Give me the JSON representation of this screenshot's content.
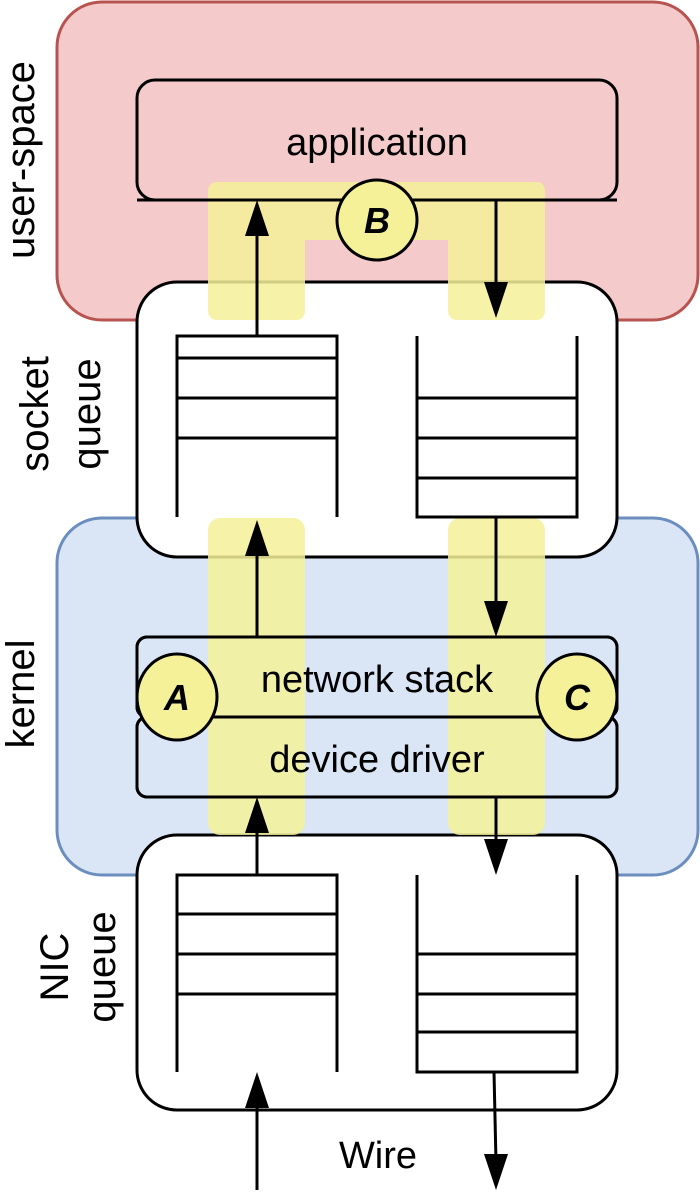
{
  "diagram": {
    "regions": {
      "user_space": {
        "label": "user-space",
        "fill": "#f4cacb",
        "stroke": "#b85450"
      },
      "socket_queue": {
        "label_line1": "socket",
        "label_line2": "queue"
      },
      "kernel": {
        "label": "kernel",
        "fill": "#dae6f5",
        "stroke": "#6c8ebf"
      },
      "nic_queue": {
        "label_line1": "NIC",
        "label_line2": "queue"
      }
    },
    "boxes": {
      "application": "application",
      "network_stack": "network stack",
      "device_driver": "device driver"
    },
    "markers": {
      "a": "A",
      "b": "B",
      "c": "C"
    },
    "wire_label": "Wire",
    "highlight_color": "#f5f199",
    "queues": {
      "socket_rx_filled_slots": 3,
      "socket_tx_filled_slots": 3,
      "nic_rx_filled_slots": 3,
      "nic_tx_filled_slots": 3
    }
  }
}
